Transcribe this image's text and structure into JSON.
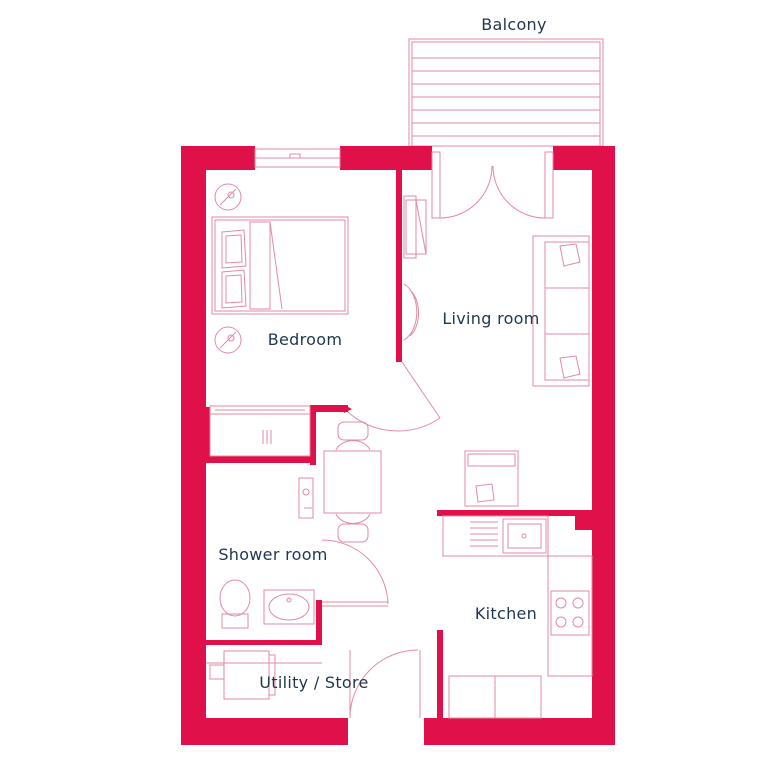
{
  "colors": {
    "wall": "#e0104a",
    "line": "#e38aa3",
    "text": "#1f3550",
    "background": "#ffffff"
  },
  "rooms": {
    "balcony": "Balcony",
    "bedroom": "Bedroom",
    "living_room": "Living room",
    "shower_room": "Shower room",
    "kitchen": "Kitchen",
    "utility_store": "Utility / Store"
  }
}
